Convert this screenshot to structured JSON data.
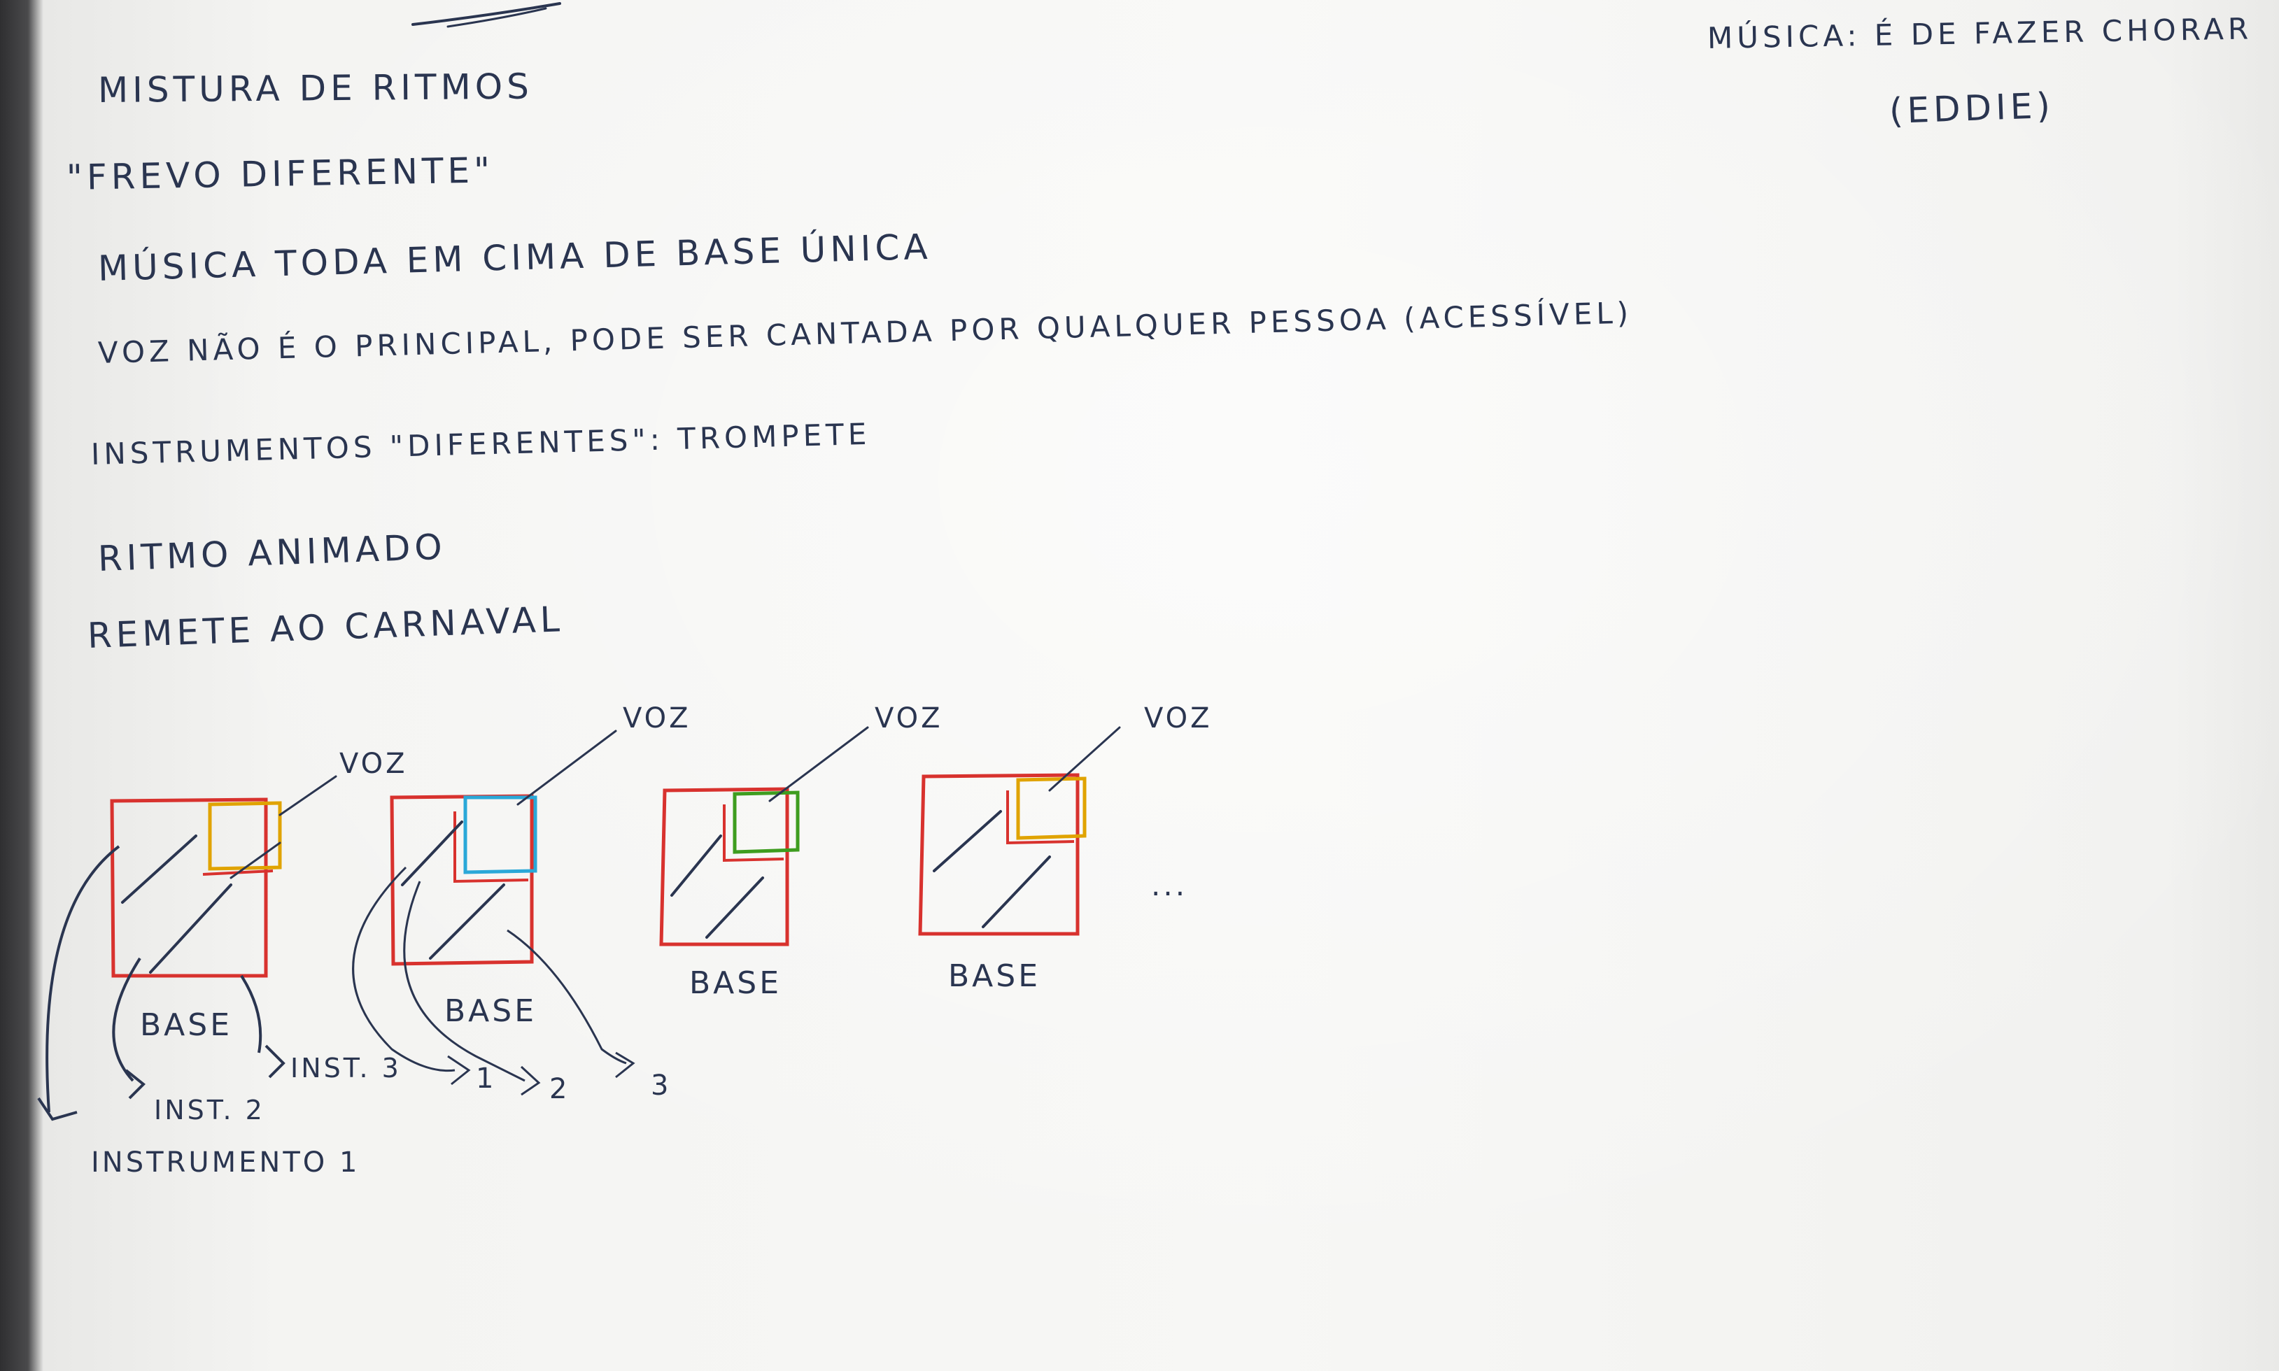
{
  "notes": {
    "line1": "MISTURA DE RITMOS",
    "line2": "\"FREVO DIFERENTE\"",
    "line3": "MÚSICA TODA EM CIMA DE BASE ÚNICA",
    "line4": "VOZ NÃO É O PRINCIPAL, PODE SER CANTADA POR QUALQUER PESSOA (ACESSÍVEL)",
    "line5": "INSTRUMENTOS \"DIFERENTES\": TROMPETE",
    "line6": "RITMO ANIMADO",
    "line7": "REMETE AO CARNAVAL"
  },
  "side_note": {
    "line1": "MÚSICA: É DE FAZER CHORAR",
    "line2": "(EDDIE)"
  },
  "diagram": {
    "voice_label": "VOZ",
    "base_label": "BASE",
    "continuation": "...",
    "instrument_labels": {
      "inst1": "INSTRUMENTO 1",
      "inst2": "INST. 2",
      "inst3": "INST. 3",
      "arrow1": "1",
      "arrow2": "2",
      "arrow3": "3"
    },
    "voice_colors": [
      "#e0a300",
      "#2aa8d8",
      "#3e9d1f",
      "#e0a300"
    ],
    "base_color": "#d8322e",
    "ink_color": "#2a3550"
  }
}
